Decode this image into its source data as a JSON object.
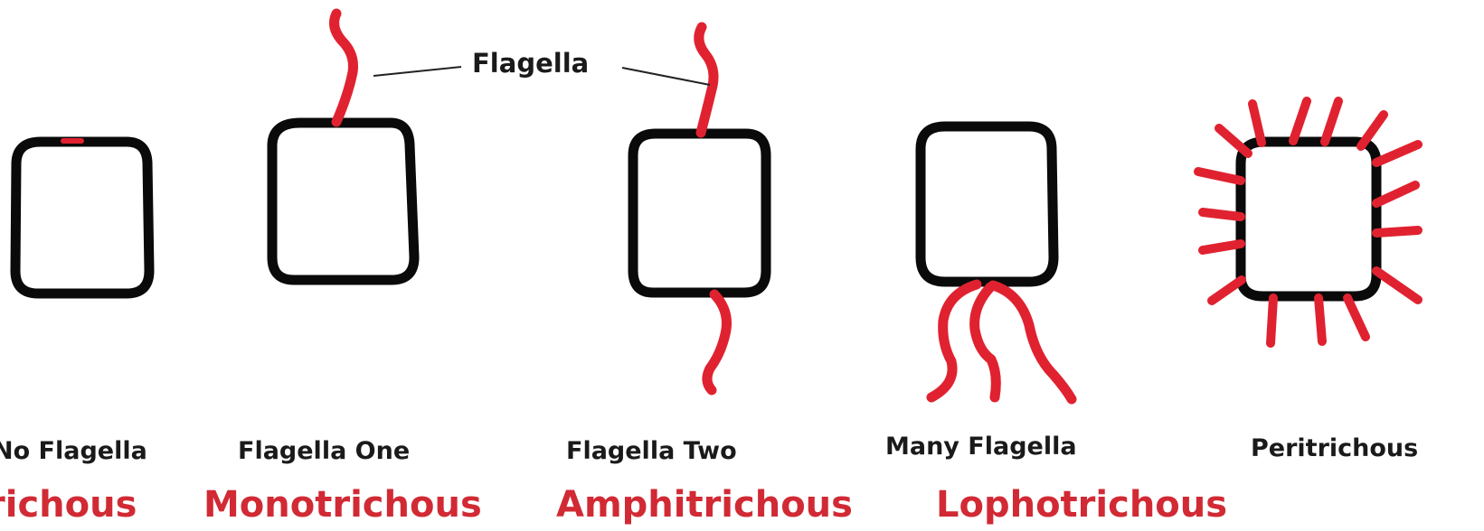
{
  "annotation": {
    "text": "Flagella"
  },
  "cells": [
    {
      "label": "No Flagella",
      "term": "richous"
    },
    {
      "label": "Flagella One",
      "term": "Monotrichous"
    },
    {
      "label": "Flagella Two",
      "term": "Amphitrichous"
    },
    {
      "label": "Many Flagella",
      "term": "Lophotrichous"
    },
    {
      "label": "Peritrichous",
      "term": ""
    }
  ],
  "colors": {
    "cell_outline": "#0a0a0a",
    "flagella": "#e02230",
    "term_text": "#d12a34",
    "label_text": "#1a1a1a"
  }
}
